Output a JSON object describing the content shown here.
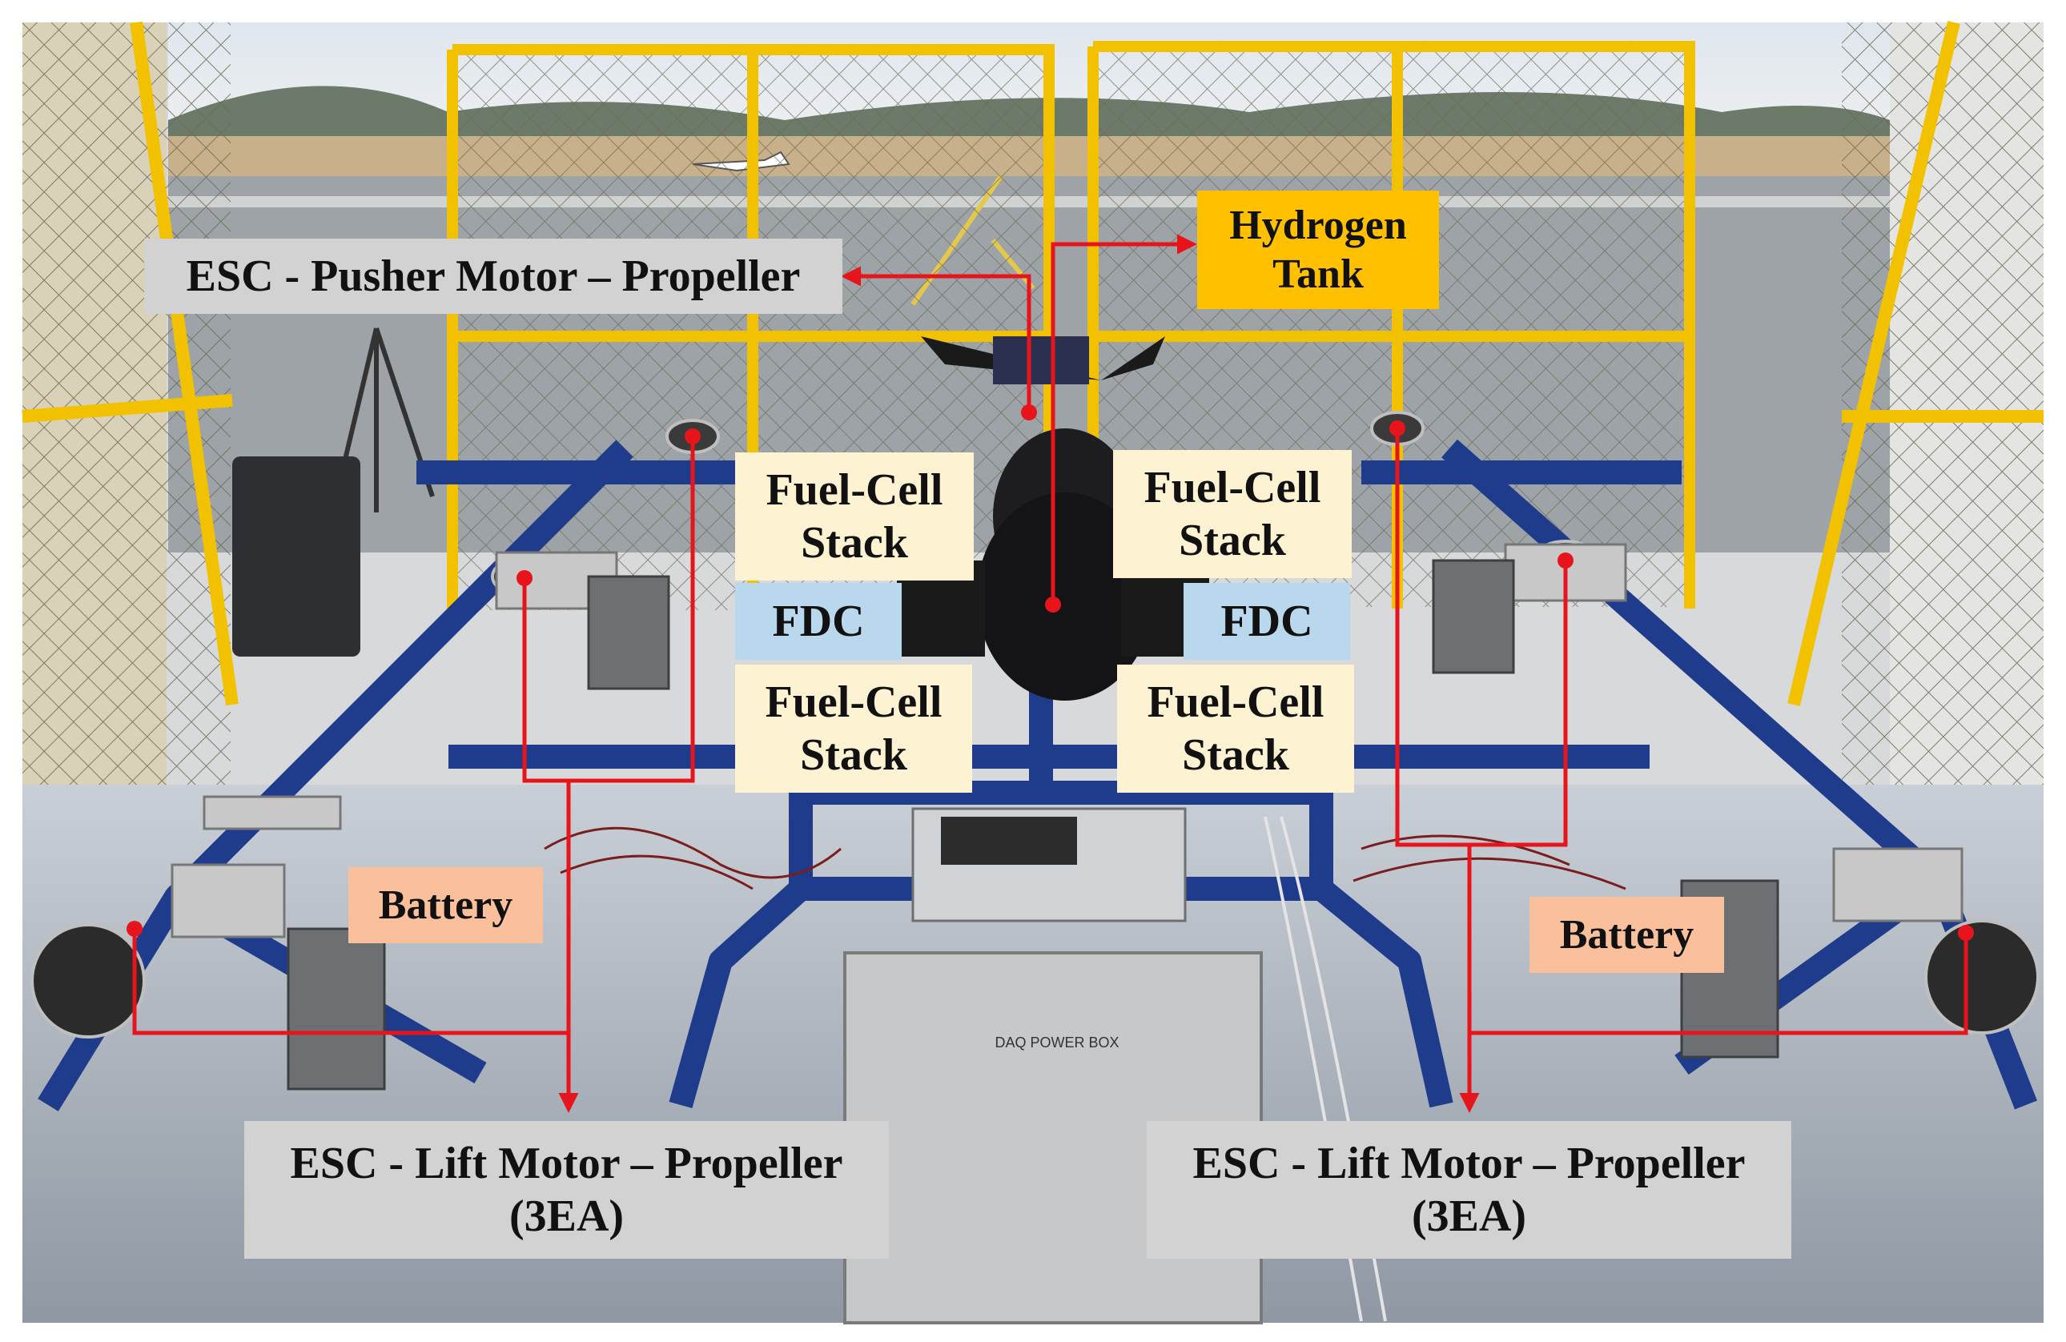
{
  "labels": {
    "pusher": "ESC - Pusher Motor – Propeller",
    "hydrogen": "Hydrogen\nTank",
    "fuel_cell_tl": "Fuel-Cell\nStack",
    "fuel_cell_tr": "Fuel-Cell\nStack",
    "fuel_cell_bl": "Fuel-Cell\nStack",
    "fuel_cell_br": "Fuel-Cell\nStack",
    "fdc_left": "FDC",
    "fdc_right": "FDC",
    "battery_left": "Battery",
    "battery_right": "Battery",
    "lift_left": "ESC - Lift Motor – Propeller\n(3EA)",
    "lift_right": "ESC - Lift Motor – Propeller\n(3EA)",
    "daq_box": "DAQ POWER BOX"
  },
  "colors": {
    "annotation_line": "#e8141b",
    "frame_blue": "#1f3c8c",
    "fence_yellow": "#f2c200",
    "label_gray": "#d2d2d2",
    "label_cream": "#fdf3d2",
    "label_blue": "#b9d8ee",
    "label_orange": "#f9c09b",
    "label_gold": "#ffc000"
  }
}
